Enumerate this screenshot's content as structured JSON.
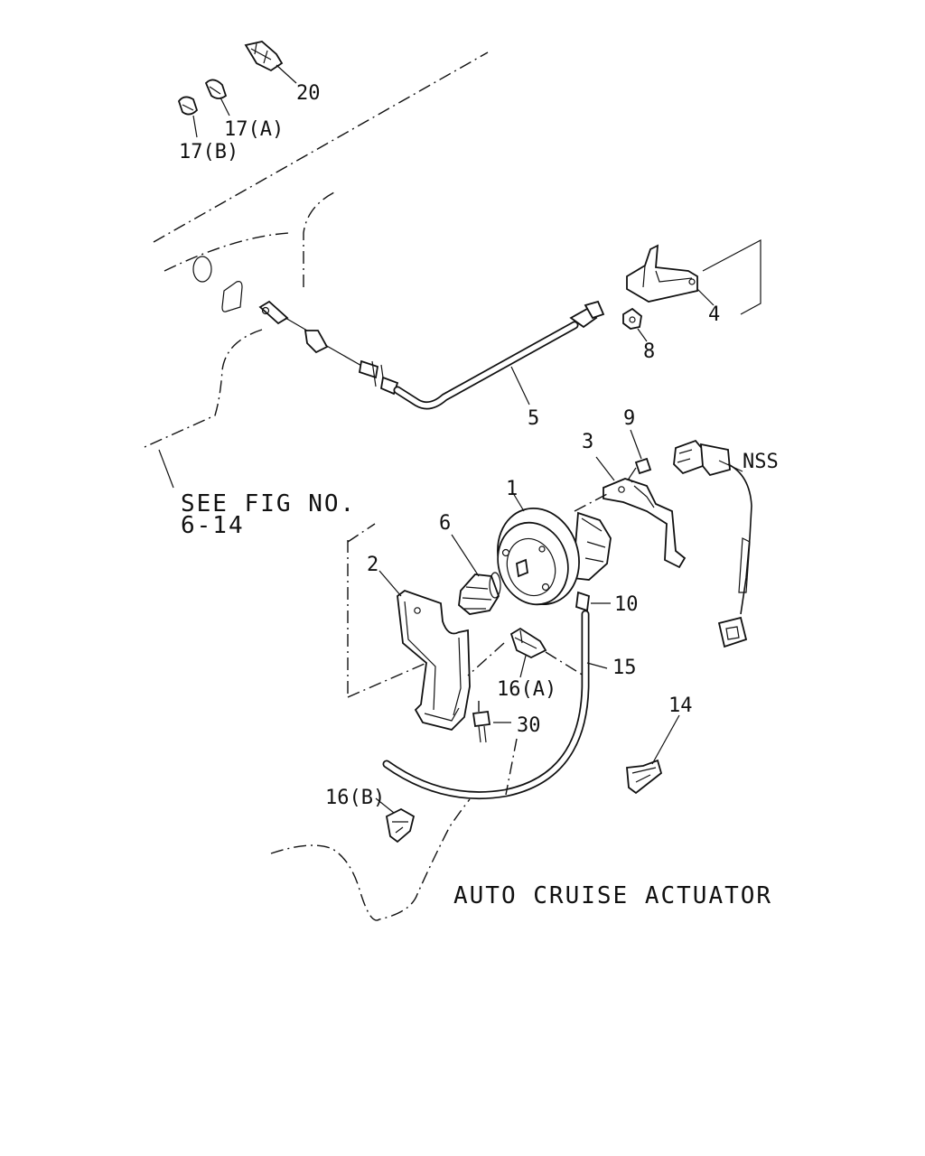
{
  "title": "AUTO CRUISE ACTUATOR",
  "reference": {
    "line1": "SEE FIG NO.",
    "line2": "6-14"
  },
  "callouts": [
    {
      "id": "1",
      "text": "1"
    },
    {
      "id": "2",
      "text": "2"
    },
    {
      "id": "3",
      "text": "3"
    },
    {
      "id": "4",
      "text": "4"
    },
    {
      "id": "5",
      "text": "5"
    },
    {
      "id": "6",
      "text": "6"
    },
    {
      "id": "8",
      "text": "8"
    },
    {
      "id": "9",
      "text": "9"
    },
    {
      "id": "10",
      "text": "10"
    },
    {
      "id": "14",
      "text": "14"
    },
    {
      "id": "15",
      "text": "15"
    },
    {
      "id": "16a",
      "text": "16(A)"
    },
    {
      "id": "16b",
      "text": "16(B)"
    },
    {
      "id": "17a",
      "text": "17(A)"
    },
    {
      "id": "17b",
      "text": "17(B)"
    },
    {
      "id": "20",
      "text": "20"
    },
    {
      "id": "30",
      "text": "30"
    },
    {
      "id": "nss",
      "text": "NSS"
    }
  ]
}
